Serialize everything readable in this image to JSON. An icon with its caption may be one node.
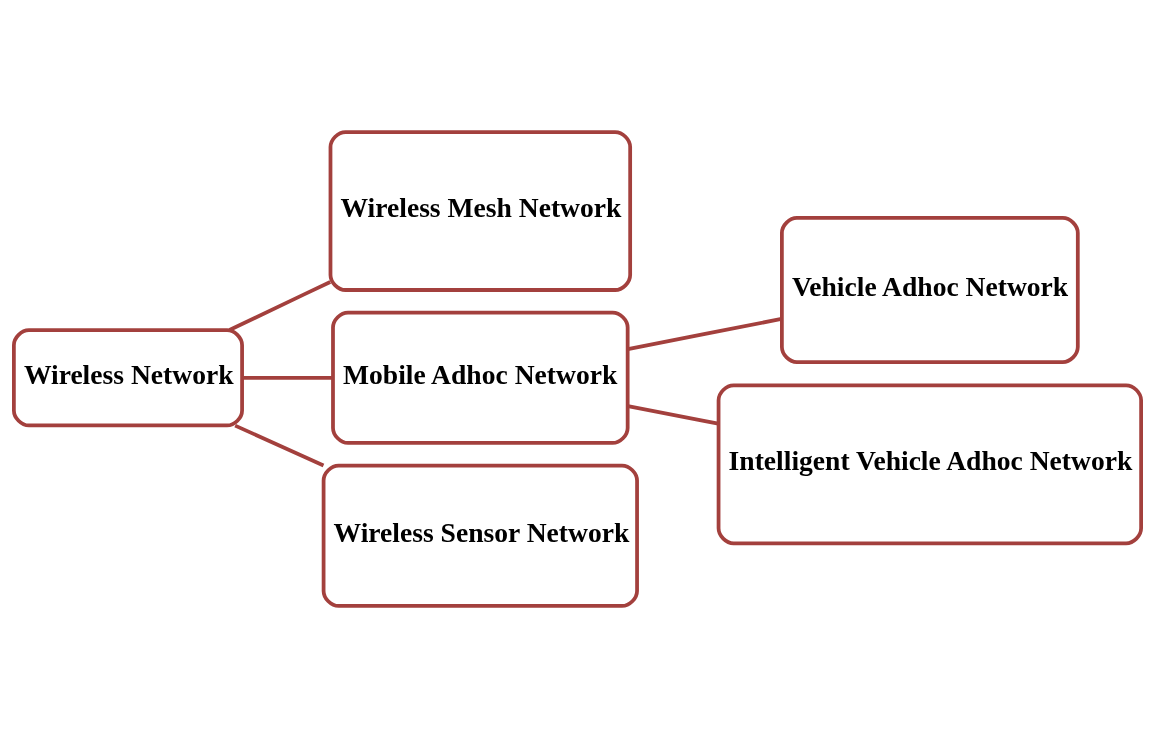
{
  "diagram": {
    "nodes": [
      {
        "text": [
          "Wireless Network"
        ]
      },
      {
        "text": [
          "Wireless Mesh Network"
        ]
      },
      {
        "text": [
          "Mobile Adhoc Network"
        ]
      },
      {
        "text": [
          "Wireless Sensor Network"
        ]
      },
      {
        "text": [
          "Vehicle Adhoc Network"
        ]
      },
      {
        "text": [
          "Intelligent Vehicle Adhoc Network"
        ]
      }
    ],
    "edges": [
      {
        "from": 0,
        "to": 1,
        "arrow": "none"
      },
      {
        "from": 0,
        "to": 2,
        "arrow": "none"
      },
      {
        "from": 0,
        "to": 3,
        "arrow": "none"
      },
      {
        "from": 2,
        "to": 4,
        "arrow": "none"
      },
      {
        "from": 2,
        "to": 5,
        "arrow": "none"
      }
    ]
  }
}
